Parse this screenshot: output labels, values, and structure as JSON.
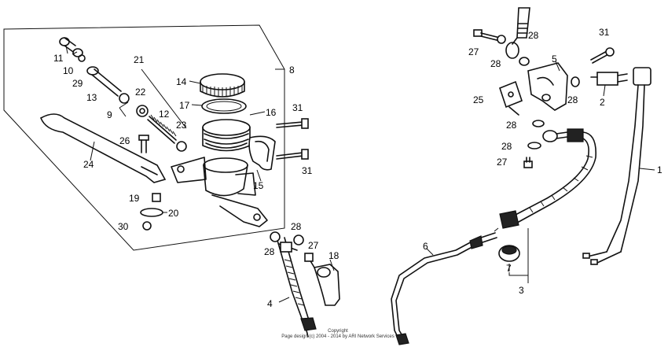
{
  "parts": [
    {
      "id": "p1",
      "label": "1"
    },
    {
      "id": "p2",
      "label": "2"
    },
    {
      "id": "p3",
      "label": "3"
    },
    {
      "id": "p4",
      "label": "4"
    },
    {
      "id": "p5",
      "label": "5"
    },
    {
      "id": "p6",
      "label": "6"
    },
    {
      "id": "p7",
      "label": "7"
    },
    {
      "id": "p8",
      "label": "8"
    },
    {
      "id": "p9",
      "label": "9"
    },
    {
      "id": "p10",
      "label": "10"
    },
    {
      "id": "p11",
      "label": "11"
    },
    {
      "id": "p12",
      "label": "12"
    },
    {
      "id": "p13",
      "label": "13"
    },
    {
      "id": "p14",
      "label": "14"
    },
    {
      "id": "p15",
      "label": "15"
    },
    {
      "id": "p16",
      "label": "16"
    },
    {
      "id": "p17",
      "label": "17"
    },
    {
      "id": "p18",
      "label": "18"
    },
    {
      "id": "p19",
      "label": "19"
    },
    {
      "id": "p20",
      "label": "20"
    },
    {
      "id": "p21",
      "label": "21"
    },
    {
      "id": "p22",
      "label": "22"
    },
    {
      "id": "p23",
      "label": "23"
    },
    {
      "id": "p24",
      "label": "24"
    },
    {
      "id": "p25",
      "label": "25"
    },
    {
      "id": "p26",
      "label": "26"
    },
    {
      "id": "p27a",
      "label": "27"
    },
    {
      "id": "p27b",
      "label": "27"
    },
    {
      "id": "p27c",
      "label": "27"
    },
    {
      "id": "p28a",
      "label": "28"
    },
    {
      "id": "p28b",
      "label": "28"
    },
    {
      "id": "p28c",
      "label": "28"
    },
    {
      "id": "p28d",
      "label": "28"
    },
    {
      "id": "p28e",
      "label": "28"
    },
    {
      "id": "p28f",
      "label": "28"
    },
    {
      "id": "p28g",
      "label": "28"
    },
    {
      "id": "p29",
      "label": "29"
    },
    {
      "id": "p30",
      "label": "30"
    },
    {
      "id": "p31a",
      "label": "31"
    },
    {
      "id": "p31b",
      "label": "31"
    },
    {
      "id": "p31c",
      "label": "31"
    }
  ],
  "copyright": {
    "line1": "Copyright",
    "line2": "Page design (c) 2004 - 2014 by ARI Network Services"
  }
}
